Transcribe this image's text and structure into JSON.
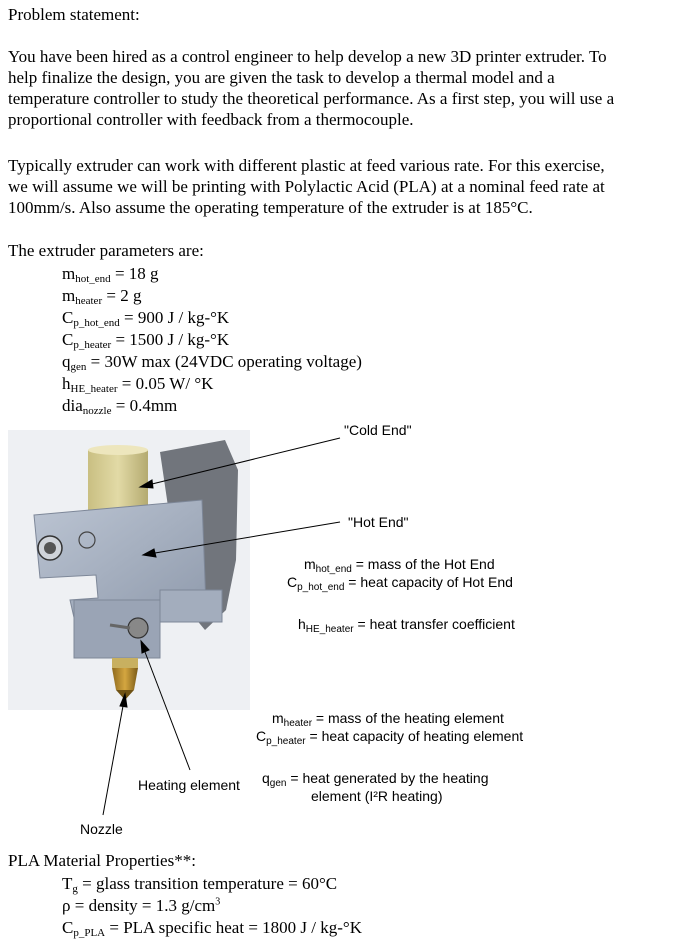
{
  "heading": "Problem statement:",
  "para1": [
    "You have been hired as a control engineer to help develop a new 3D printer extruder. To",
    "help finalize the design, you are given the task to develop a thermal model and a",
    "temperature controller to study the theoretical performance. As a first step, you will use a",
    "proportional controller with feedback from a thermocouple."
  ],
  "para2": [
    "Typically extruder can work with different plastic at feed various rate. For this exercise,",
    "we will assume we will be printing with Polylactic Acid (PLA) at a nominal feed rate at",
    "100mm/s. Also assume the operating temperature of the extruder is at 185°C."
  ],
  "params_title": "The extruder parameters are:",
  "params": {
    "m_hot_end": {
      "sym": "m",
      "sub": "hot_end",
      "rest": " =  18 g"
    },
    "m_heater": {
      "sym": "m",
      "sub": "heater",
      "rest": " =  2 g"
    },
    "cp_hot_end": {
      "sym": "C",
      "sub": "p_hot_end",
      "rest": " = 900 J / kg-°K"
    },
    "cp_heater": {
      "sym": "C",
      "sub": "p_heater",
      "rest": " = 1500 J / kg-°K"
    },
    "q_gen": {
      "sym": "q",
      "sub": "gen",
      "rest": " = 30W max (24VDC operating voltage)"
    },
    "h_he_heater": {
      "sym": "h",
      "sub": "HE_heater",
      "rest": " = 0.05 W/ °K"
    },
    "dia_nozzle": {
      "sym": "dia",
      "sub": "nozzle",
      "rest": " = 0.4mm"
    }
  },
  "figure": {
    "cold_end": "\"Cold End\"",
    "hot_end": "\"Hot End\"",
    "m_hot_end_desc": {
      "sym": "m",
      "sub": "hot_end",
      "rest": " = mass of the Hot End"
    },
    "c_hot_end_desc": {
      "sym": "C",
      "sub": "p_hot_end",
      "rest": " = heat capacity of Hot End"
    },
    "h_desc": {
      "sym": "h",
      "sub": "HE_heater",
      "rest": " = heat transfer coefficient"
    },
    "m_heater_desc": {
      "sym": "m",
      "sub": "heater",
      "rest": " = mass of the heating element"
    },
    "c_heater_desc": {
      "sym": "C",
      "sub": "p_heater",
      "rest": " = heat capacity of heating element"
    },
    "heating_element": "Heating element",
    "q_desc_1": {
      "sym": "q",
      "sub": "gen",
      "rest": " = heat generated by the heating"
    },
    "q_desc_2": "element (I²R heating)",
    "nozzle": "Nozzle"
  },
  "pla_title": "PLA Material Properties**:",
  "pla": {
    "tg": {
      "sym": "T",
      "sub": "g",
      "rest": " = glass transition temperature = 60°C"
    },
    "rho": {
      "pre": "ρ = density = 1.3 g/cm",
      "sup": "3"
    },
    "cp_pla": {
      "sym": "C",
      "sub": "p_PLA",
      "rest": " = PLA specific heat = 1800 J / kg-°K"
    }
  },
  "colors": {
    "brass": "#d9d09a",
    "block": "#a9b3c3",
    "nozzle": "#b88a2a",
    "background_panel": "#eef0f3"
  }
}
